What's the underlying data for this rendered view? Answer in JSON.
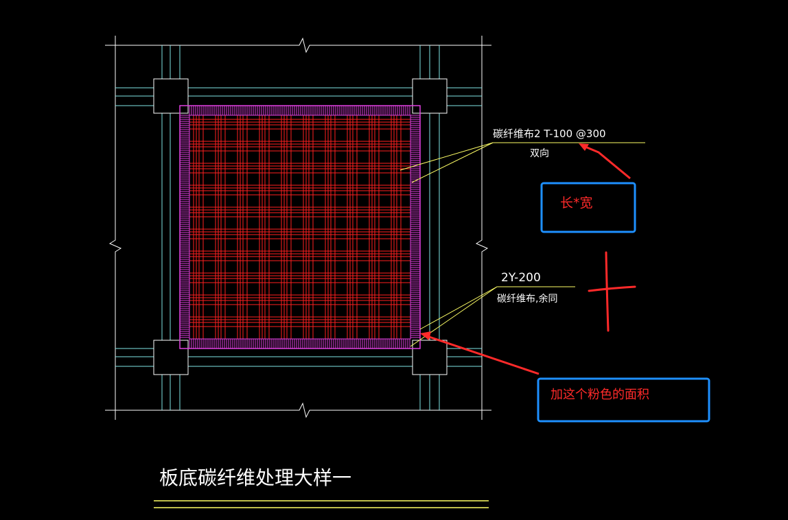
{
  "drawing": {
    "title": "板底碳纤维处理大样一",
    "callout_top": {
      "line1": "碳纤维布2 T-100 @300",
      "line2": "双向"
    },
    "callout_bottom": {
      "line1": "2Y-200",
      "line2": "碳纤维布,余同"
    }
  },
  "annotations": {
    "box1_text": "长*宽",
    "box2_text": "加这个粉色的面积"
  },
  "colors": {
    "background": "#000000",
    "cyan": "#7fe6e6",
    "white": "#ffffff",
    "red": "#ff2020",
    "magenta": "#e040e0",
    "yellow": "#ffff66",
    "blue_box": "#1e90ff",
    "annotation_red": "#ff2a2a"
  }
}
